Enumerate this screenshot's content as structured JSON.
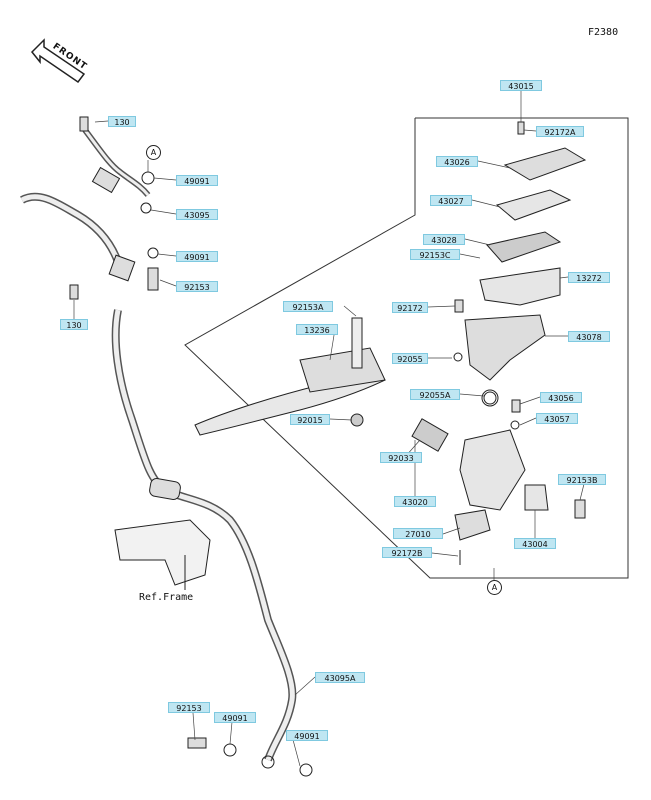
{
  "figure_code": "F2380",
  "front_label": "FRONT",
  "ref_frame_label": "Ref.Frame",
  "callout_letter": "A",
  "parts": [
    {
      "key": "p130a",
      "number": "130"
    },
    {
      "key": "p49091a",
      "number": "49091"
    },
    {
      "key": "p43095",
      "number": "43095"
    },
    {
      "key": "p49091b",
      "number": "49091"
    },
    {
      "key": "p92153a",
      "number": "92153"
    },
    {
      "key": "p130b",
      "number": "130"
    },
    {
      "key": "p43015",
      "number": "43015"
    },
    {
      "key": "p92172A",
      "number": "92172A"
    },
    {
      "key": "p43026",
      "number": "43026"
    },
    {
      "key": "p43027",
      "number": "43027"
    },
    {
      "key": "p43028",
      "number": "43028"
    },
    {
      "key": "p92153C",
      "number": "92153C"
    },
    {
      "key": "p13272",
      "number": "13272"
    },
    {
      "key": "p92153A",
      "number": "92153A"
    },
    {
      "key": "p92172",
      "number": "92172"
    },
    {
      "key": "p13236",
      "number": "13236"
    },
    {
      "key": "p43078",
      "number": "43078"
    },
    {
      "key": "p92055",
      "number": "92055"
    },
    {
      "key": "p92055A",
      "number": "92055A"
    },
    {
      "key": "p43056",
      "number": "43056"
    },
    {
      "key": "p92015",
      "number": "92015"
    },
    {
      "key": "p43057",
      "number": "43057"
    },
    {
      "key": "p92033",
      "number": "92033"
    },
    {
      "key": "p43020",
      "number": "43020"
    },
    {
      "key": "p92153B",
      "number": "92153B"
    },
    {
      "key": "p27010",
      "number": "27010"
    },
    {
      "key": "p43004",
      "number": "43004"
    },
    {
      "key": "p92172B",
      "number": "92172B"
    },
    {
      "key": "p43095A",
      "number": "43095A"
    },
    {
      "key": "p92153b",
      "number": "92153"
    },
    {
      "key": "p49091c",
      "number": "49091"
    },
    {
      "key": "p49091d",
      "number": "49091"
    }
  ]
}
